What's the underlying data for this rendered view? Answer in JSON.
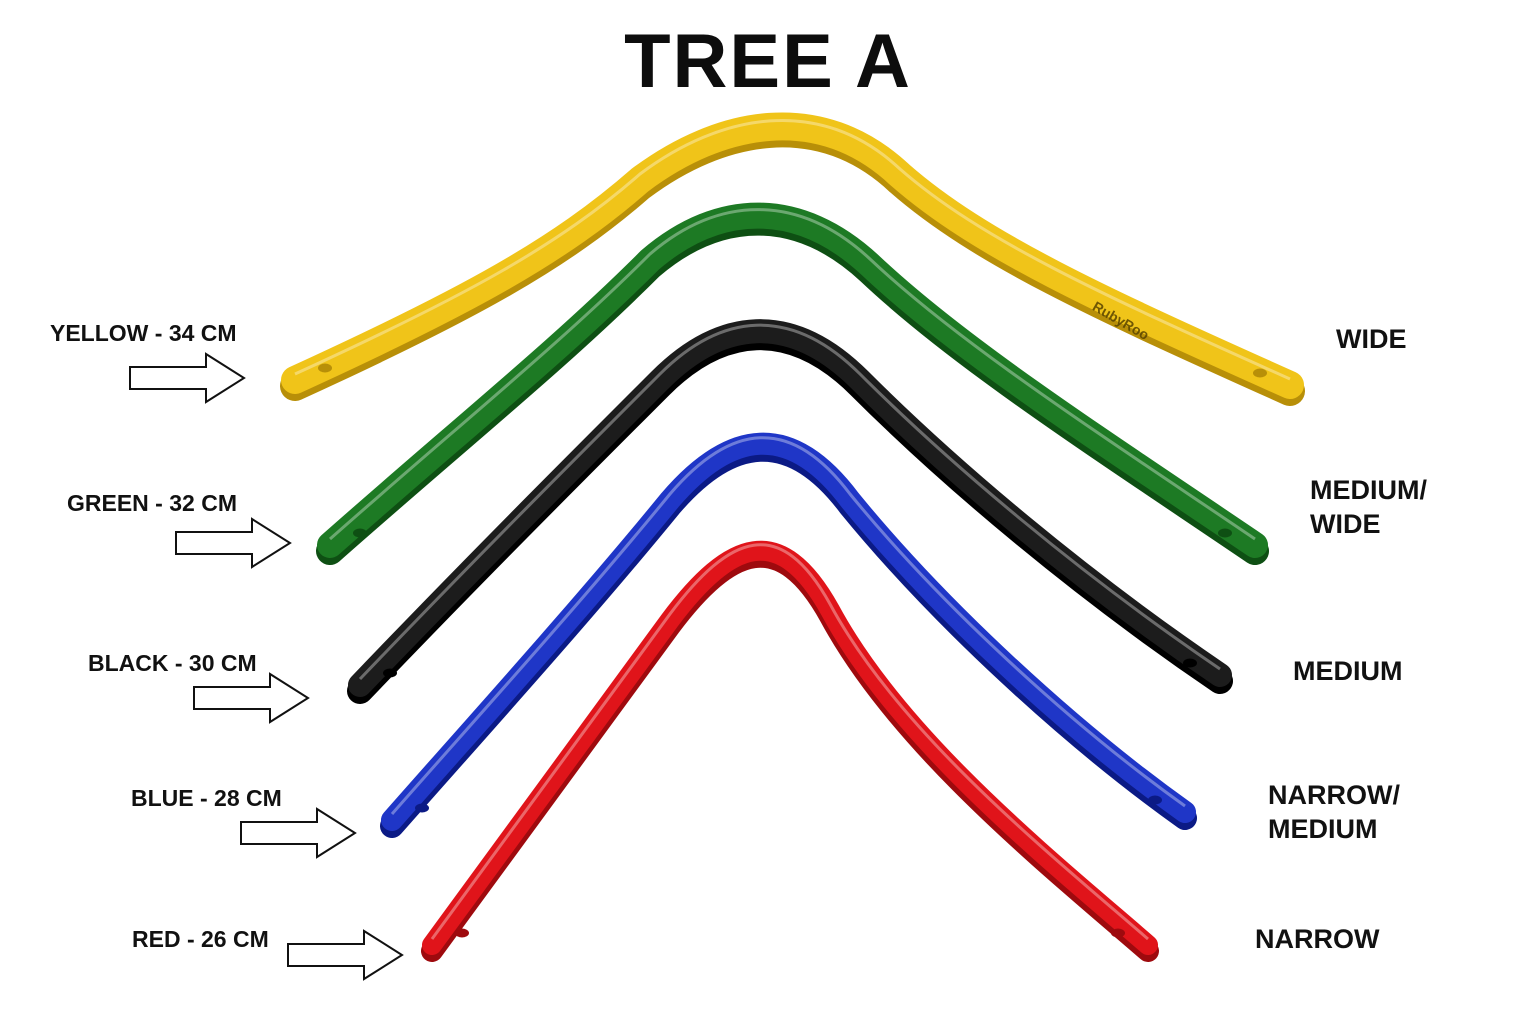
{
  "title": "TREE A",
  "brand": "RubyRoo",
  "gullets": [
    {
      "color_name": "YELLOW",
      "size_label": "YELLOW - 34 CM",
      "width_cm": 34,
      "fit_lines": [
        "WIDE"
      ],
      "color": "#f0c419",
      "shade": "#b88f08"
    },
    {
      "color_name": "GREEN",
      "size_label": "GREEN - 32 CM",
      "width_cm": 32,
      "fit_lines": [
        "MEDIUM/",
        "WIDE"
      ],
      "color": "#1d7a24",
      "shade": "#0e4f13"
    },
    {
      "color_name": "BLACK",
      "size_label": "BLACK - 30 CM",
      "width_cm": 30,
      "fit_lines": [
        "MEDIUM"
      ],
      "color": "#1c1c1c",
      "shade": "#000000"
    },
    {
      "color_name": "BLUE",
      "size_label": "BLUE - 28 CM",
      "width_cm": 28,
      "fit_lines": [
        "NARROW/",
        "MEDIUM"
      ],
      "color": "#1f36c7",
      "shade": "#0b1a85"
    },
    {
      "color_name": "RED",
      "size_label": "RED - 26 CM",
      "width_cm": 26,
      "fit_lines": [
        "NARROW"
      ],
      "color": "#e0141a",
      "shade": "#9e0a0e"
    }
  ]
}
